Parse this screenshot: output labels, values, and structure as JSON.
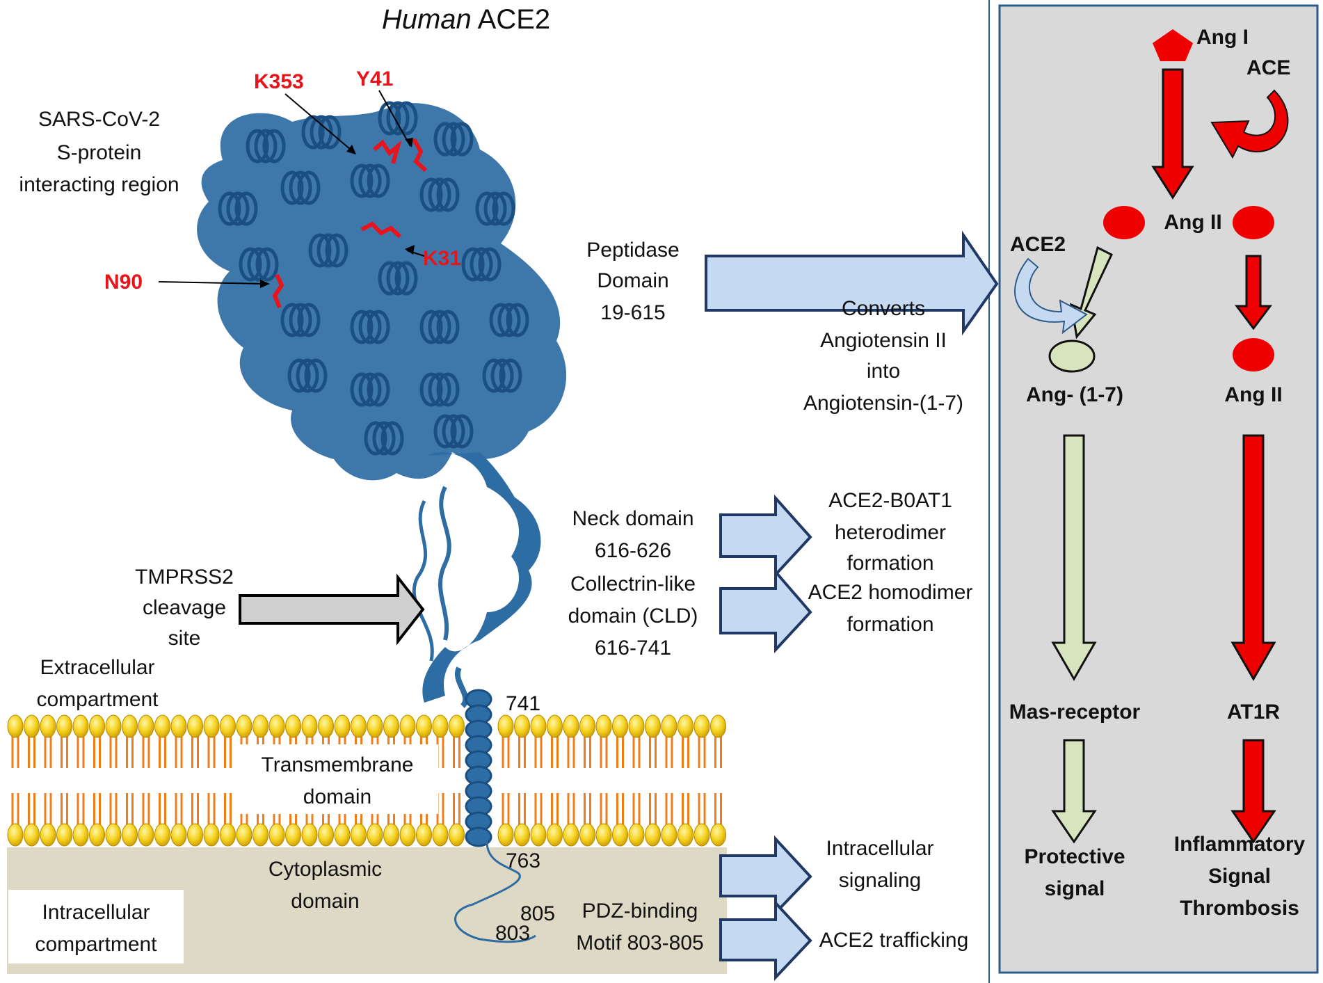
{
  "title": {
    "italic": "Human",
    "rest": " ACE2"
  },
  "residues": {
    "k353": "K353",
    "y41": "Y41",
    "k31": "K31",
    "n90": "N90"
  },
  "left_labels": {
    "sars_line1": "SARS-CoV-2",
    "sars_line2": "S-protein",
    "sars_line3": "interacting region",
    "tmprss2_line1": "TMPRSS2",
    "tmprss2_line2": "cleavage",
    "tmprss2_line3": "site",
    "extra_line1": "Extracellular",
    "extra_line2": "compartment",
    "intra_line1": "Intracellular",
    "intra_line2": "compartment"
  },
  "domains": {
    "peptidase_line1": "Peptidase",
    "peptidase_line2": "Domain",
    "peptidase_line3": "19-615",
    "neck_line1": "Neck  domain",
    "neck_line2": "616-626",
    "cld_line1": "Collectrin-like",
    "cld_line2": "domain (CLD)",
    "cld_line3": "616-741",
    "tm_line1": "Transmembrane",
    "tm_line2": "domain",
    "cyto_line1": "Cytoplasmic",
    "cyto_line2": "domain",
    "pdz_line1": "PDZ-binding",
    "pdz_line2": "Motif 803-805"
  },
  "residue_numbers": {
    "r741": "741",
    "r763": "763",
    "r805": "805",
    "r803": "803"
  },
  "functions": {
    "converts_line1": "Converts",
    "converts_line2": "Angiotensin II",
    "converts_line3": "into",
    "converts_line4": "Angiotensin-(1-7)",
    "hetero_line1": "ACE2-B0AT1",
    "hetero_line2": "heterodimer",
    "hetero_line3": "formation",
    "homo_line1": "ACE2 homodimer",
    "homo_line2": "formation",
    "signal_line1": "Intracellular",
    "signal_line2": "signaling",
    "traffic": "ACE2 trafficking"
  },
  "pathway": {
    "ang1": "Ang I",
    "ace": "ACE",
    "ang2_top": "Ang II",
    "ace2": "ACE2",
    "ang17": "Ang- (1-7)",
    "ang2_right": "Ang II",
    "mas": "Mas-receptor",
    "at1r": "AT1R",
    "protective_line1": "Protective",
    "protective_line2": "signal",
    "inflam_line1": "Inflammatory",
    "inflam_line2": "Signal",
    "inflam_line3": "Thrombosis"
  },
  "colors": {
    "protein_blue": "#2e6da4",
    "residue_red": "#e8141c",
    "arrow_blue_fill": "#c5d9f1",
    "arrow_blue_stroke": "#1f3864",
    "pathway_red": "#ee0000",
    "pale_green": "#d7e4bd",
    "lipid_head": "#f5d21e",
    "lipid_tail": "#f07d1a",
    "cytoplasm": "#ddd9c4",
    "panel_gray": "#d9d9d9"
  }
}
